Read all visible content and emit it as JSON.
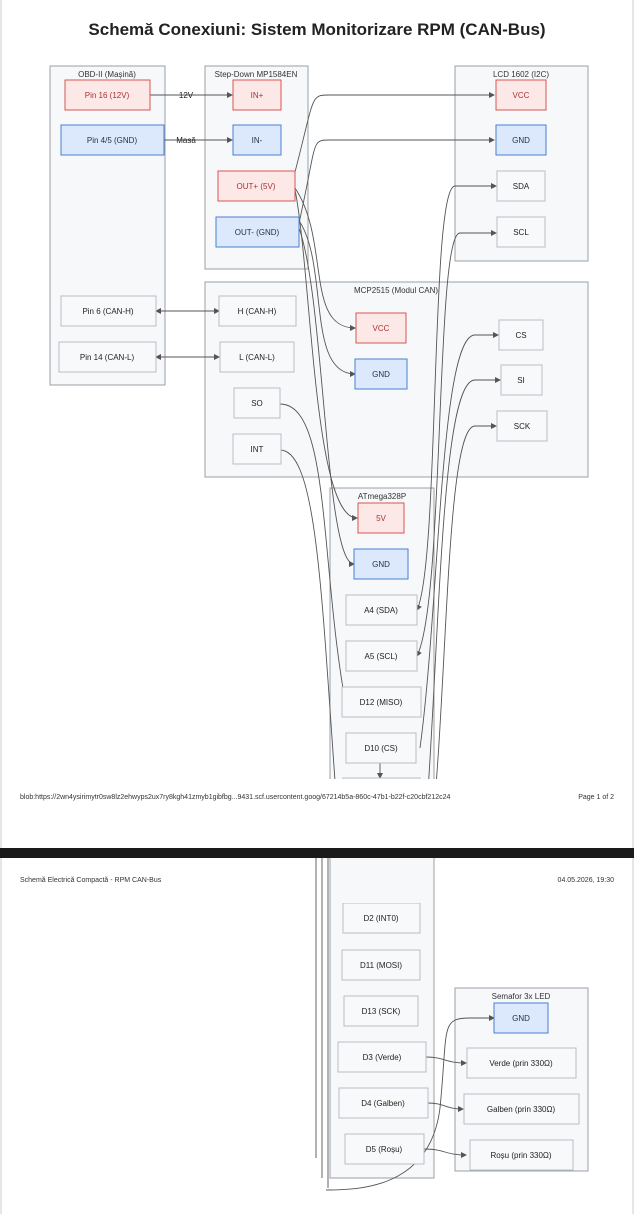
{
  "title": "Schemă Conexiuni: Sistem Monitorizare RPM (CAN-Bus)",
  "footer": {
    "url": "blob:https://2wn4ysirimytr0sw8lz2ehwyps2ux7ry8kgh41zmyb1gibfbg...9431.scf.usercontent.goog/67214b5a-860c-47b1-b22f-c20cbf212c24",
    "page": "Page 1 of 2"
  },
  "header2": {
    "left": "Schemă Electrică Compactă - RPM CAN-Bus",
    "right": "04.05.2026, 19:30"
  },
  "colors": {
    "power": "#d9534f",
    "ground": "#4a7fd1",
    "neutral": "#b8bec6"
  },
  "groups": {
    "obd": "OBD-II (Mașină)",
    "stepdown": "Step-Down MP1584EN",
    "lcd": "LCD 1602 (I2C)",
    "mcp": "MCP2515 (Modul CAN)",
    "atmega": "ATmega328P",
    "semafor": "Semafor 3x LED"
  },
  "nodes": {
    "obd_pin16": "Pin 16 (12V)",
    "obd_pin45": "Pin 4/5 (GND)",
    "obd_pin6": "Pin 6 (CAN-H)",
    "obd_pin14": "Pin 14 (CAN-L)",
    "sd_in_plus": "IN+",
    "sd_in_minus": "IN-",
    "sd_out_plus": "OUT+ (5V)",
    "sd_out_minus": "OUT- (GND)",
    "lcd_vcc": "VCC",
    "lcd_gnd": "GND",
    "lcd_sda": "SDA",
    "lcd_scl": "SCL",
    "mcp_h": "H (CAN-H)",
    "mcp_l": "L (CAN-L)",
    "mcp_so": "SO",
    "mcp_int": "INT",
    "mcp_vcc": "VCC",
    "mcp_gnd": "GND",
    "mcp_cs": "CS",
    "mcp_si": "SI",
    "mcp_sck": "SCK",
    "at_5v": "5V",
    "at_gnd": "GND",
    "at_a4": "A4 (SDA)",
    "at_a5": "A5 (SCL)",
    "at_d12": "D12 (MISO)",
    "at_d10": "D10 (CS)",
    "at_d2": "D2 (INT0)",
    "at_d11": "D11 (MOSI)",
    "at_d13": "D13 (SCK)",
    "at_d3": "D3 (Verde)",
    "at_d4": "D4 (Galben)",
    "at_d5": "D5 (Roșu)",
    "sem_gnd": "GND",
    "sem_verde": "Verde (prin 330Ω)",
    "sem_galben": "Galben (prin 330Ω)",
    "sem_rosu": "Roșu (prin 330Ω)"
  },
  "wire_labels": {
    "v12": "12V",
    "masa": "Masă"
  }
}
